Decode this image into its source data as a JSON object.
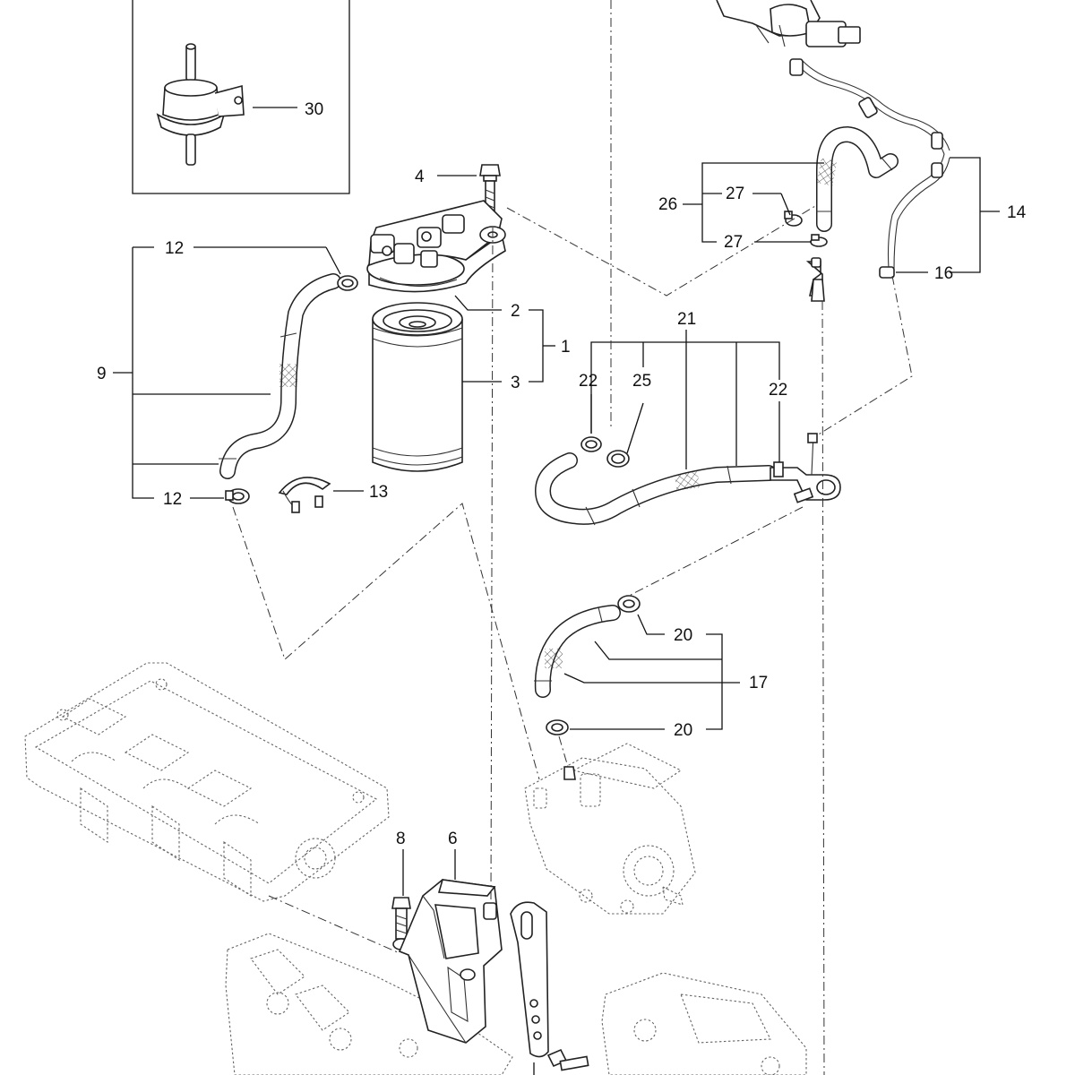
{
  "callouts": {
    "c30": "30",
    "c4": "4",
    "c12a": "12",
    "c12b": "12",
    "c9": "9",
    "c2": "2",
    "c1": "1",
    "c3": "3",
    "c13": "13",
    "c26": "26",
    "c27a": "27",
    "c27b": "27",
    "c14": "14",
    "c16": "16",
    "c21": "21",
    "c22a": "22",
    "c25": "25",
    "c22b": "22",
    "c20a": "20",
    "c17": "17",
    "c20b": "20",
    "c8": "8",
    "c6": "6"
  }
}
